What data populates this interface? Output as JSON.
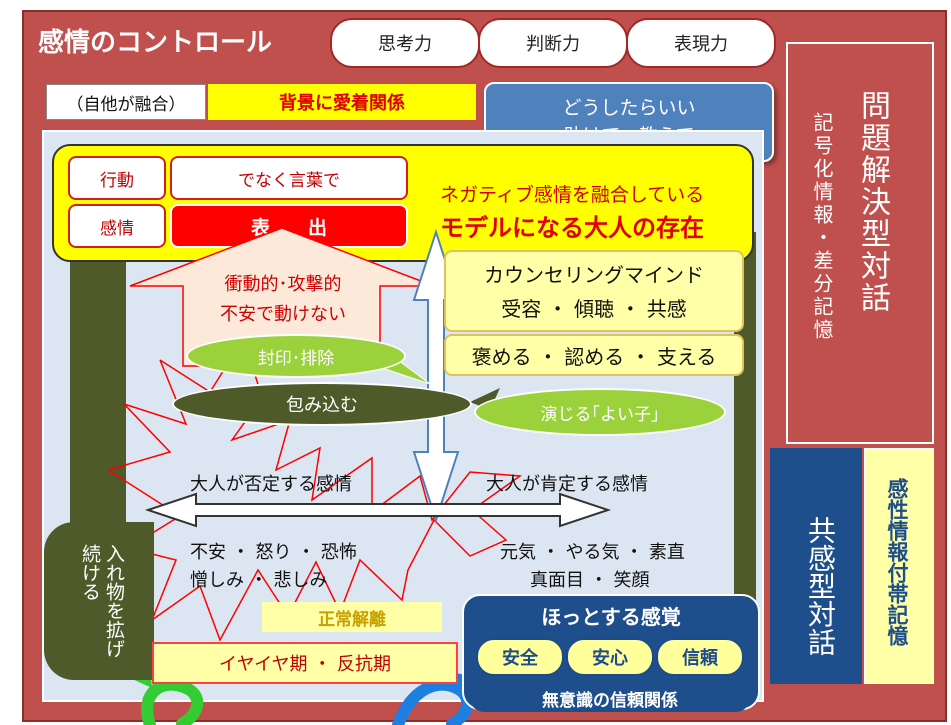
{
  "title": "感情のコントロール",
  "top_pills": [
    "思考力",
    "判断力",
    "表現力"
  ],
  "self_other": "（自他が融合）",
  "background": "背景に愛着関係",
  "help_box": {
    "line1": "どうしたらいい",
    "line2": "助けて、教えて"
  },
  "right_panel": {
    "problem_solving": "問題解決型対話",
    "symbolic_memory": "記号化情報・差分記憶",
    "empathy_dialogue": "共感型対話",
    "sensory_memory": "感性情報付帯記憶"
  },
  "inner": {
    "action": "行動",
    "not_action": "でなく言葉で",
    "emotion": "感情",
    "express": "表　　出",
    "negative_merge": "ネガティブ感情を融合している",
    "model_adult": "モデルになる大人の存在",
    "impulsive": "衝動的･攻撃的",
    "anxious": "不安で動けない",
    "seal": "封印･排除",
    "wrap": "包み込む",
    "counseling": "カウンセリングマインド",
    "accept": "受容 ・ 傾聴 ・ 共感",
    "praise": "褒める ・ 認める ・ 支える",
    "good_child": "演じる｢よい子｣",
    "adult_denies": "大人が否定する感情",
    "adult_affirms": "大人が肯定する感情",
    "neg_emotions1": "不安 ・ 怒り ・ 恐怖",
    "neg_emotions2": "憎しみ ・ 悲しみ",
    "pos_emotions1": "元気 ・ やる気 ・ 素直",
    "pos_emotions2": "真面目 ・ 笑顔",
    "normal_dissociation": "正常解離",
    "container": "入れ物を拡げ続ける",
    "rebellious": "イヤイヤ期 ・ 反抗期"
  },
  "relief": {
    "title": "ほっとする感覚",
    "items": [
      "安全",
      "安心",
      "信頼"
    ],
    "unconscious": "無意識の信頼関係"
  },
  "colors": {
    "frame": "#c0504d",
    "dark_green": "#4f5a2a",
    "navy": "#1f4e8c",
    "yellow": "#ffff00",
    "red": "#ff0000",
    "light_blue_panel": "#dce6f2"
  }
}
